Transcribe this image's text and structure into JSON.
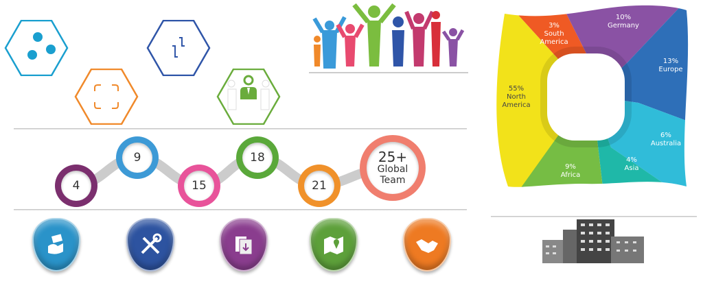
{
  "hexagons": [
    {
      "icon": "dots-icon",
      "color": "#1a9fcf"
    },
    {
      "icon": "focus-frame-icon",
      "color": "#f0892a"
    },
    {
      "icon": "zigzag-icon",
      "color": "#2f55a8"
    },
    {
      "icon": "businessman-icon",
      "color": "#6aac3c"
    }
  ],
  "timeline": [
    {
      "value": "4",
      "color": "#7b2f6e"
    },
    {
      "value": "9",
      "color": "#3d9ad6"
    },
    {
      "value": "15",
      "color": "#e8539a"
    },
    {
      "value": "18",
      "color": "#5aa83a"
    },
    {
      "value": "21",
      "color": "#f0912a"
    },
    {
      "value": "25+",
      "line1": "Global",
      "line2": "Team",
      "color": "#f07e6e"
    }
  ],
  "badges": [
    {
      "icon": "money-hand-icon",
      "color": "#2a93c9"
    },
    {
      "icon": "tools-icon",
      "color": "#2d53a0"
    },
    {
      "icon": "documents-icon",
      "color": "#8a3d8e"
    },
    {
      "icon": "map-pin-icon",
      "color": "#5da03a"
    },
    {
      "icon": "handshake-icon",
      "color": "#ee7a22"
    }
  ],
  "regions": [
    {
      "pct": "55%",
      "name1": "North",
      "name2": "America",
      "color": "#f2e21a"
    },
    {
      "pct": "3%",
      "name1": "South",
      "name2": "America",
      "color": "#ef5a24"
    },
    {
      "pct": "10%",
      "name1": "Germany",
      "name2": "",
      "color": "#8a52a4"
    },
    {
      "pct": "13%",
      "name1": "Europe",
      "name2": "",
      "color": "#2e6fb8"
    },
    {
      "pct": "6%",
      "name1": "Australia",
      "name2": "",
      "color": "#30bcd9"
    },
    {
      "pct": "4%",
      "name1": "Asia",
      "name2": "",
      "color": "#1fb8a8"
    },
    {
      "pct": "9%",
      "name1": "Africa",
      "name2": "",
      "color": "#76bd44"
    }
  ]
}
